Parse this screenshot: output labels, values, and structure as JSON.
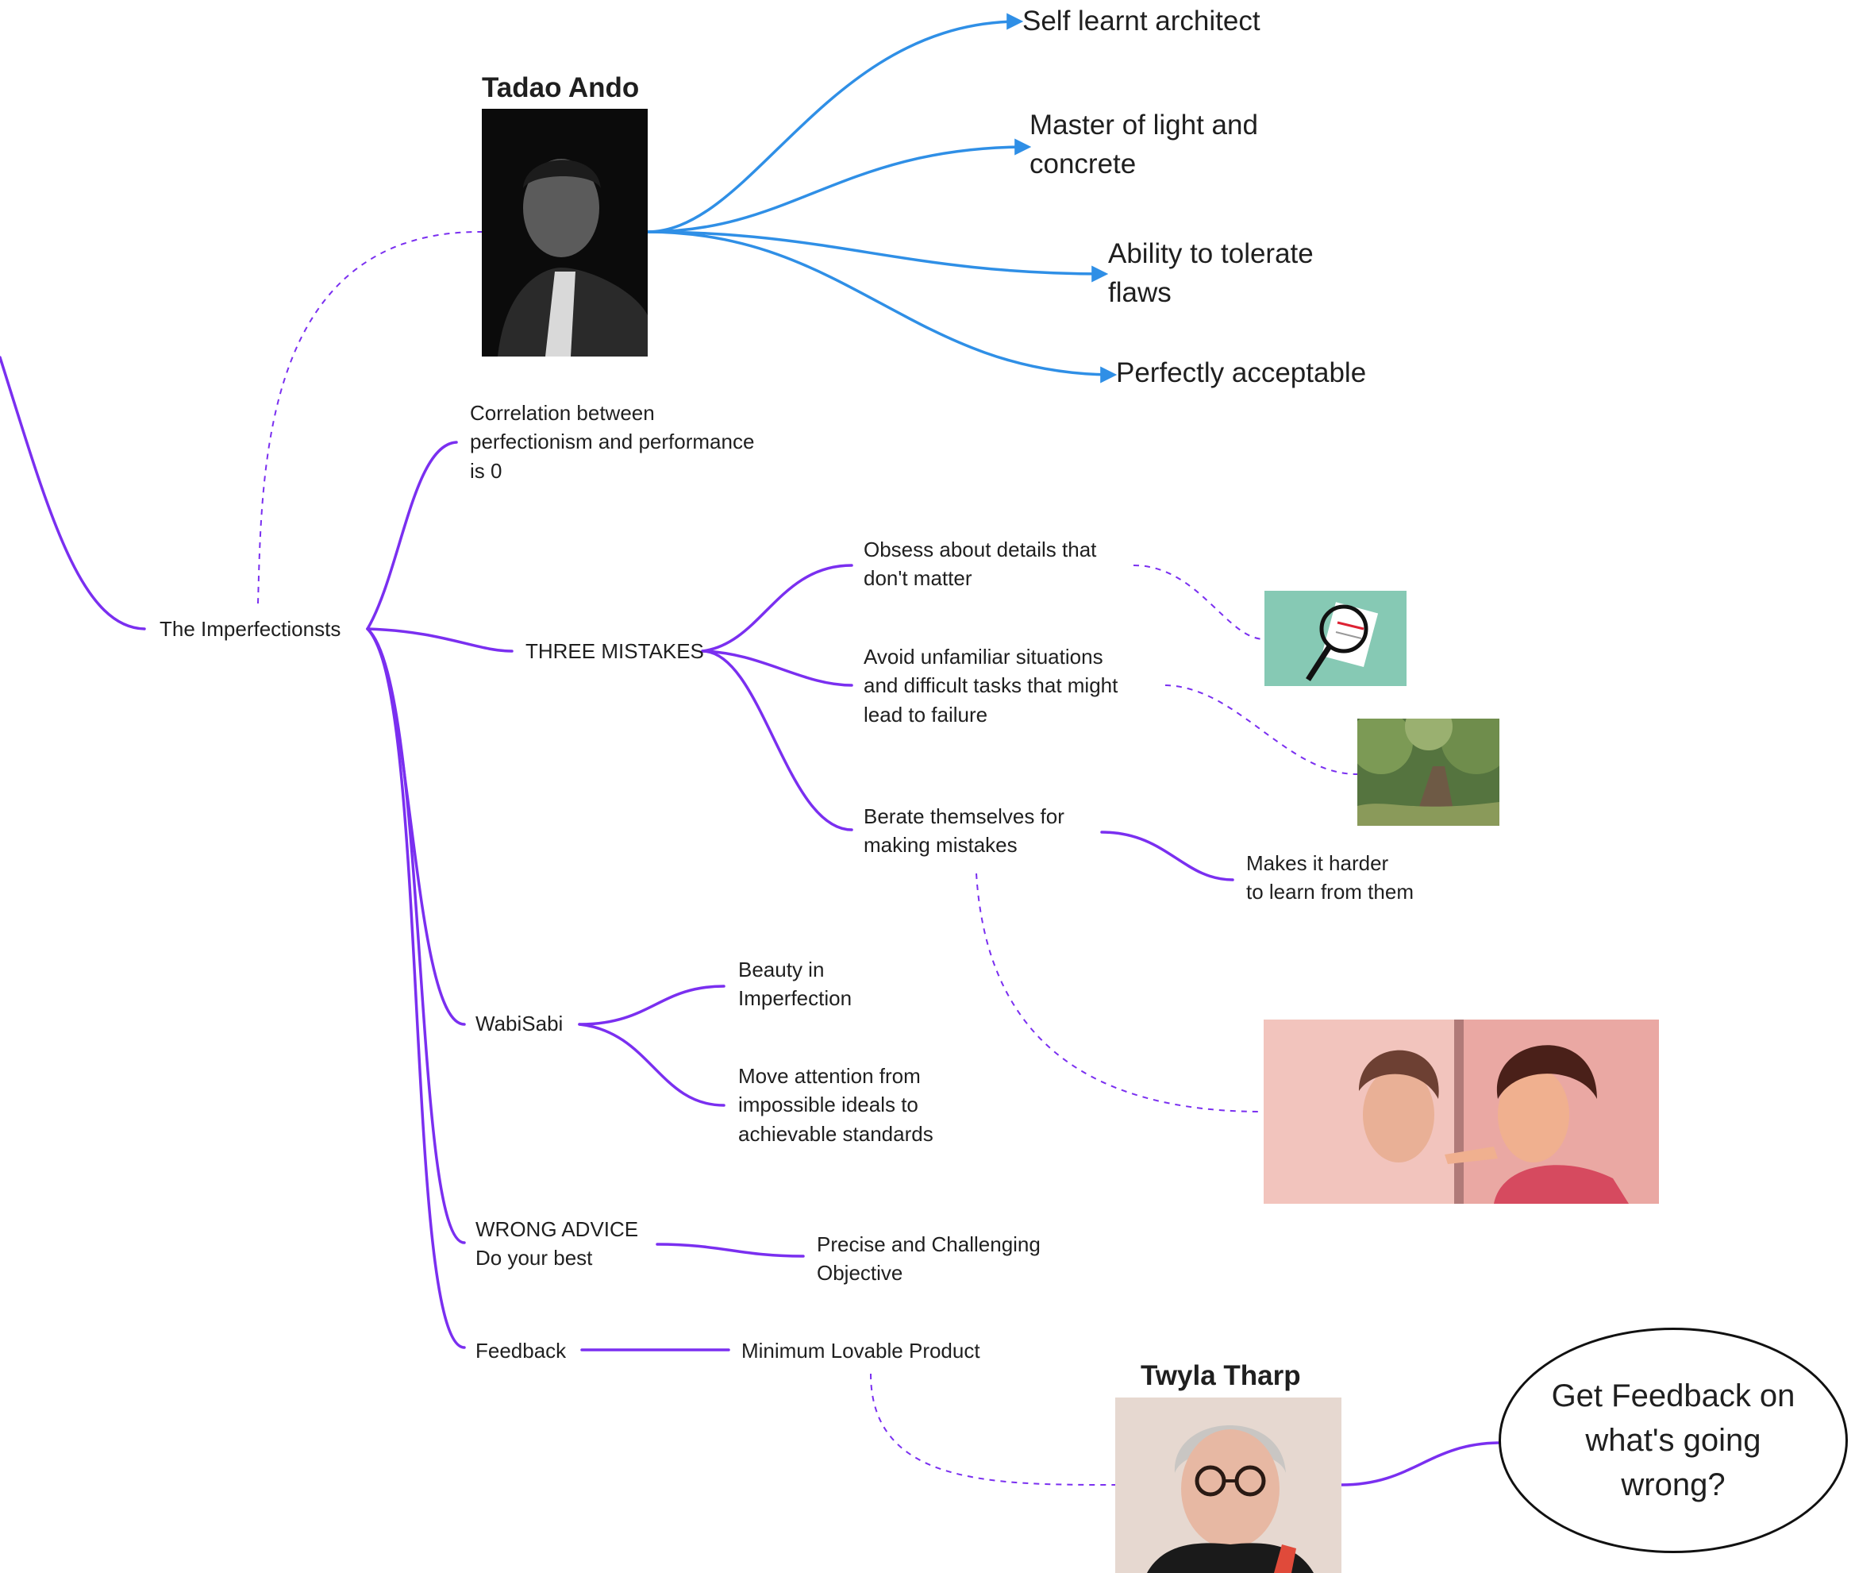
{
  "root": {
    "label": "The Imperfectionsts"
  },
  "ando": {
    "name": "Tadao Ando",
    "traits": [
      "Self learnt architect",
      "Master of light and\nconcrete",
      "Ability to tolerate\nflaws",
      "Perfectly acceptable"
    ]
  },
  "correlation": "Correlation between\nperfectionism and performance\nis 0",
  "three_mistakes": {
    "label": "THREE MISTAKES",
    "items": [
      "Obsess about details that\ndon't matter",
      "Avoid unfamiliar situations\nand difficult tasks that might\nlead to failure",
      "Berate themselves for\nmaking mistakes"
    ],
    "consequence": "Makes it harder\nto learn from them"
  },
  "wabisabi": {
    "label": "WabiSabi",
    "items": [
      "Beauty in\nImperfection",
      "Move attention from\nimpossible ideals to\nachievable standards"
    ]
  },
  "wrong_advice": {
    "label": "WRONG ADVICE\nDo your best",
    "fix": "Precise and Challenging\nObjective"
  },
  "feedback": {
    "label": "Feedback",
    "item": "Minimum Lovable Product"
  },
  "tharp": {
    "name": "Twyla Tharp",
    "quote": "Get Feedback on\nwhat's going\nwrong?"
  },
  "colors": {
    "purple": "#7a2ff0",
    "blue": "#2f8fe6"
  }
}
